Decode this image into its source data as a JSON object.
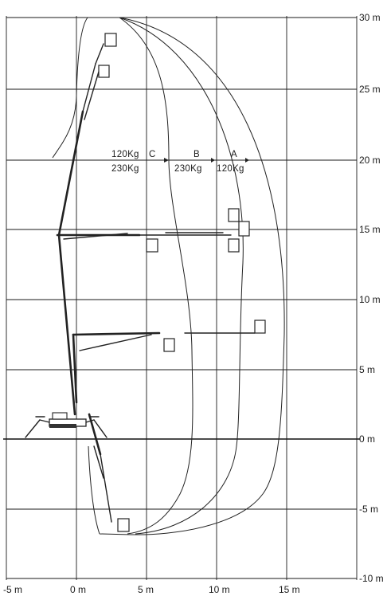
{
  "x_axis": {
    "ticks": [
      "-5 m",
      "0 m",
      "5 m",
      "10 m",
      "15 m"
    ]
  },
  "y_axis": {
    "ticks": [
      "30 m",
      "25 m",
      "20 m",
      "15 m",
      "10 m",
      "5 m",
      "0 m",
      "-5 m",
      "-10 m"
    ]
  },
  "zones": {
    "A": {
      "letter": "A",
      "load": "120Kg"
    },
    "B": {
      "letter": "B",
      "load": "230Kg"
    },
    "C": {
      "letter": "C",
      "top_load": "120Kg",
      "bottom_load": "230Kg"
    }
  }
}
